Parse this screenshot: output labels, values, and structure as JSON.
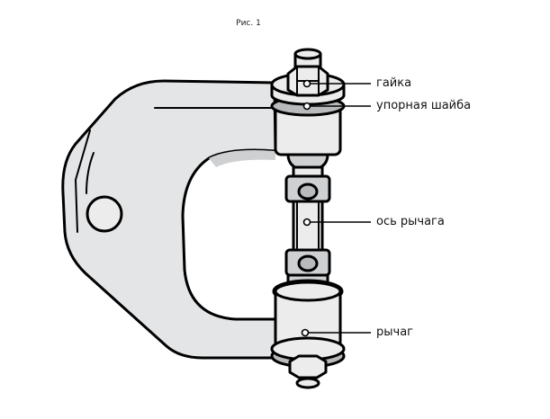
{
  "figure": {
    "caption": "Рис. 1"
  },
  "labels": {
    "nut": "гайка",
    "thrust_washer": "упорная шайба",
    "lever_axis": "ось рычага",
    "lever": "рычаг"
  },
  "colors": {
    "part_fill": "#e4e5e6",
    "shadow_fill": "#b9babc",
    "outline": "#000000"
  }
}
